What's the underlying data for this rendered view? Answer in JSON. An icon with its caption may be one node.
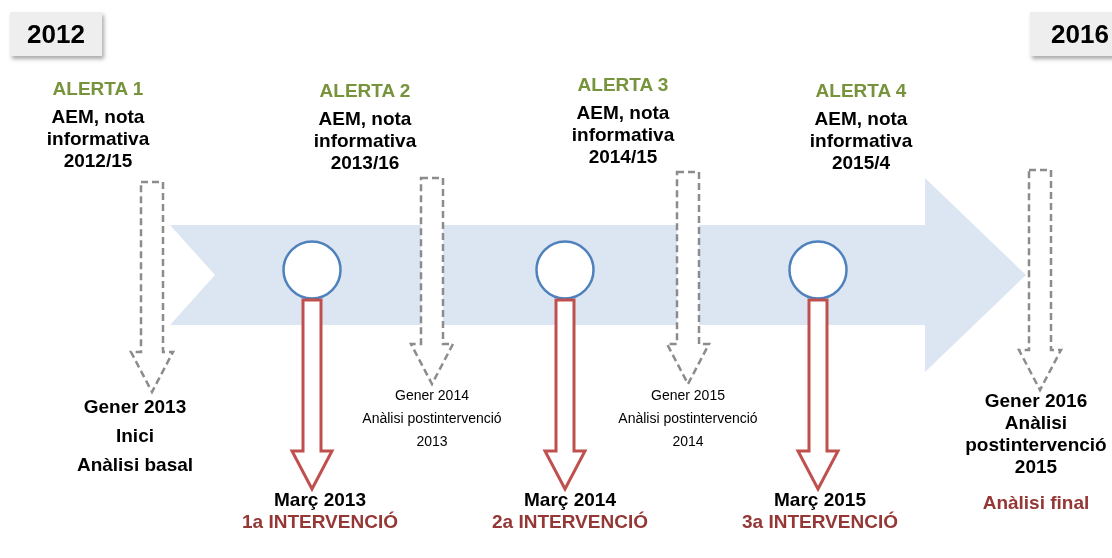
{
  "diagram": {
    "nodes": [
      {
        "text": [
          "2012"
        ]
      },
      {
        "text": [
          "2016"
        ]
      },
      {
        "text": [
          "ALERTA 1",
          "AEM, nota informativa 2012/15"
        ]
      },
      {
        "text": [
          "ALERTA 2",
          "AEM, nota informativa 2013/16"
        ]
      },
      {
        "text": [
          "ALERTA 3",
          "AEM, nota informativa 2014/15"
        ]
      },
      {
        "text": [
          "ALERTA 4",
          "AEM, nota informativa 2015/4"
        ]
      },
      {
        "text": [],
        "shape": "band"
      },
      {
        "text": [],
        "shape": "circle",
        "in": 6
      },
      {
        "text": [],
        "shape": "circle",
        "in": 6
      },
      {
        "text": [],
        "shape": "circle",
        "in": 6
      },
      {
        "text": [
          "Gener 2013",
          "Inici",
          "Anàlisi basal"
        ]
      },
      {
        "text": [
          "Gener 2014",
          "Anàlisi postintervenció 2013"
        ]
      },
      {
        "text": [
          "Gener 2015",
          "Anàlisi postintervenció 2014"
        ]
      },
      {
        "text": [
          "Gener 2016",
          "Anàlisi postintervenció 2015",
          "Anàlisi final"
        ]
      },
      {
        "text": [
          "Març 2013",
          "1a INTERVENCIÓ"
        ]
      },
      {
        "text": [
          "Març 2014",
          "2a INTERVENCIÓ"
        ]
      },
      {
        "text": [
          "Març 2015",
          "3a INTERVENCIÓ"
        ]
      }
    ],
    "edges": [
      {
        "from": 2,
        "to": 10,
        "arrow": "to",
        "style": "dashed"
      },
      {
        "from": 3,
        "to": 11,
        "arrow": "to",
        "style": "dashed"
      },
      {
        "from": 4,
        "to": 12,
        "arrow": "to",
        "style": "dashed"
      },
      {
        "from": null,
        "to": 13,
        "arrow": "to",
        "style": "dashed"
      },
      {
        "from": 7,
        "to": 14,
        "arrow": "to",
        "color": "#c0504d"
      },
      {
        "from": 8,
        "to": 15,
        "arrow": "to",
        "color": "#c0504d"
      },
      {
        "from": 9,
        "to": 16,
        "arrow": "to",
        "color": "#c0504d"
      }
    ]
  }
}
